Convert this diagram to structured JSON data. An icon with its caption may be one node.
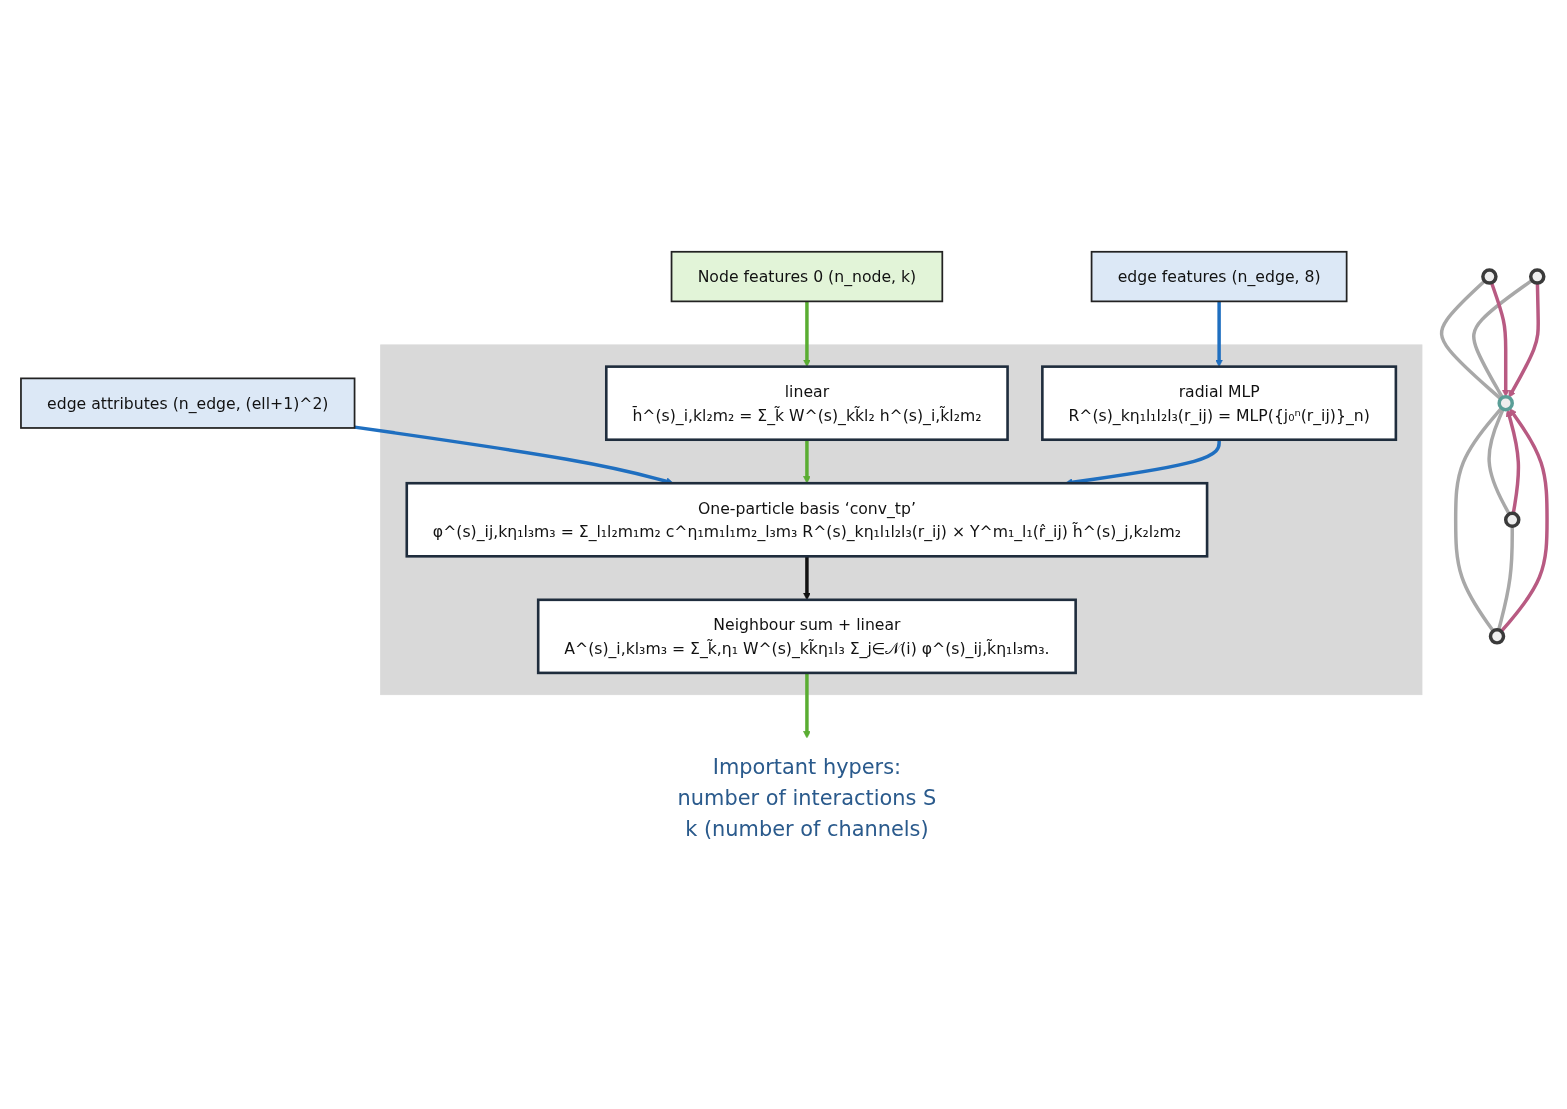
{
  "diagram": {
    "nodes": [
      {
        "text": [
          "Node features 0 (n_node, k)"
        ]
      },
      {
        "text": [
          "edge features (n_edge, 8)"
        ]
      },
      {
        "text": [
          "edge attributes (n_edge, (ell+1)^2)"
        ]
      },
      {
        "text": [],
        "shape": "box"
      },
      {
        "text": [
          "linear",
          "h̄^(s)_i,kl₂m₂ = Σ_k̃ W^(s)_kk̃l₂ h^(s)_i,k̃l₂m₂"
        ],
        "in": 3
      },
      {
        "text": [
          "radial MLP",
          "R^(s)_kη₁l₁l₂l₃(r_ij) = MLP({j₀ⁿ(r_ij)}_n)"
        ],
        "in": 3
      },
      {
        "text": [
          "One-particle basis ‘conv_tp’",
          "φ^(s)_ij,kη₁l₃m₃ = Σ_l₁l₂m₁m₂ c^η₁m₁l₁m₂_l₃m₃ R^(s)_kη₁l₁l₂l₃(r_ij) × Y^m₁_l₁(r̂_ij) h̃^(s)_j,k₂l₂m₂"
        ],
        "in": 3
      },
      {
        "text": [
          "Neighbour sum + linear",
          "A^(s)_i,kl₃m₃ = Σ_k̃,η₁ W^(s)_kk̃η₁l₃ Σ_j∈𝒩(i) φ^(s)_ij,k̃η₁l₃m₃."
        ],
        "in": 3
      },
      {
        "text": [
          "Important hypers:",
          "number of interactions S",
          "k (number of channels)"
        ]
      },
      {
        "text": [],
        "shape": "circle"
      },
      {
        "text": [],
        "shape": "circle"
      },
      {
        "text": [],
        "shape": "circle"
      },
      {
        "text": [],
        "shape": "circle"
      },
      {
        "text": [],
        "shape": "circle"
      }
    ],
    "edges": [
      {
        "from": 0,
        "to": 4,
        "arrow": "to",
        "color": "#5aad32"
      },
      {
        "from": 1,
        "to": 5,
        "arrow": "to",
        "color": "#1f6fc0"
      },
      {
        "from": 2,
        "to": 6,
        "arrow": "to",
        "color": "#1f6fc0"
      },
      {
        "from": 4,
        "to": 6,
        "arrow": "to",
        "color": "#5aad32"
      },
      {
        "from": 5,
        "to": 6,
        "arrow": "to",
        "color": "#1f6fc0"
      },
      {
        "from": 6,
        "to": 7,
        "arrow": "to",
        "color": "#111111"
      },
      {
        "from": 7,
        "to": 8,
        "arrow": "to",
        "color": "#5aad32"
      },
      {
        "from": 10,
        "to": 11,
        "arrow": "none"
      },
      {
        "from": 9,
        "to": 11,
        "arrow": "none"
      },
      {
        "from": 11,
        "to": 12,
        "arrow": "none"
      },
      {
        "from": 11,
        "to": 13,
        "arrow": "none"
      },
      {
        "from": 13,
        "to": 12,
        "arrow": "none"
      },
      {
        "from": 10,
        "to": 11,
        "arrow": "to",
        "color": "#b85a82"
      },
      {
        "from": 9,
        "to": 11,
        "arrow": "to",
        "color": "#b85a82"
      },
      {
        "from": 12,
        "to": 11,
        "arrow": "to",
        "color": "#b85a82"
      },
      {
        "from": 13,
        "to": 11,
        "arrow": "to",
        "color": "#b85a82"
      }
    ]
  }
}
